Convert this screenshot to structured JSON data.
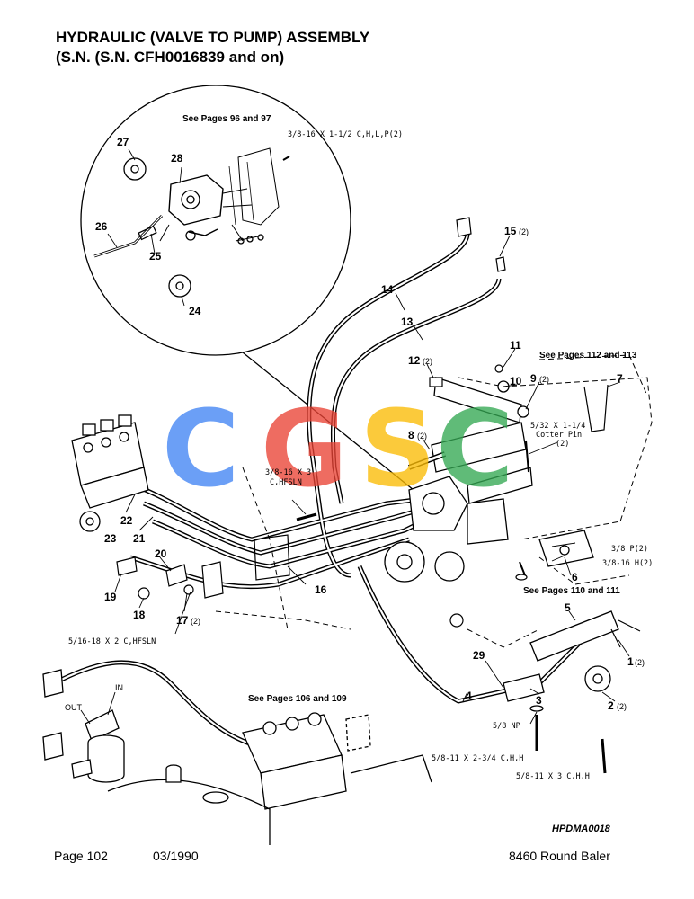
{
  "header": {
    "title_line1": "HYDRAULIC (VALVE TO PUMP) ASSEMBLY",
    "title_line2": "(S.N. (S.N. CFH0016839 and on)"
  },
  "references": {
    "pages_96_97": "See Pages 96 and 97",
    "pages_112_113": "See Pages 112 and 113",
    "pages_110_111": "See Pages 110 and 111",
    "pages_106_109": "See Pages 106 and 109"
  },
  "hardware": {
    "bolt_3_8_16_x_1_1_2": "3/8-16 X 1-1/2 C,H,L,P(2)",
    "bolt_3_8_16_x_3_line1": "3/8-16 X 3",
    "bolt_3_8_16_x_3_line2": "C,HFSLN",
    "cotter_line1": "5/32 X 1-1/4",
    "cotter_line2": "Cotter Pin",
    "cotter_line3": "(2)",
    "nut_3_8_p": "3/8 P(2)",
    "nut_3_8_16_h": "3/8-16 H(2)",
    "bolt_5_16_18": "5/16-18 X 2 C,HFSLN",
    "nut_5_8_np": "5/8 NP",
    "bolt_5_8_11_x_2_3_4": "5/8-11 X 2-3/4 C,H,H",
    "bolt_5_8_11_x_3": "5/8-11 X 3 C,H,H"
  },
  "filter_labels": {
    "out": "OUT",
    "in": "IN"
  },
  "callouts": {
    "c27": "27",
    "c28": "28",
    "c26": "26",
    "c25": "25",
    "c24": "24",
    "c14": "14",
    "c13": "13",
    "c15": "15",
    "c15q": "(2)",
    "c11": "11",
    "c12": "12",
    "c12q": "(2)",
    "c10": "10",
    "c9": "9",
    "c9q": "(2)",
    "c7": "7",
    "c8": "8",
    "c8q": "(2)",
    "c22": "22",
    "c21": "21",
    "c23": "23",
    "c20": "20",
    "c19": "19",
    "c18": "18",
    "c17": "17",
    "c17q": "(2)",
    "c16": "16",
    "c6": "6",
    "c5": "5",
    "c1": "1",
    "c1q": "(2)",
    "c2": "2",
    "c2q": "(2)",
    "c29": "29",
    "c4": "4",
    "c3": "3"
  },
  "watermark": {
    "letters": [
      "C",
      "G",
      "S",
      "C"
    ],
    "colors": [
      "#4285f4",
      "#ea4335",
      "#fbbc05",
      "#34a853"
    ]
  },
  "figure_code": "HPDMA0018",
  "footer": {
    "page": "Page 102",
    "date": "03/1990",
    "model": "8460 Round Baler"
  }
}
